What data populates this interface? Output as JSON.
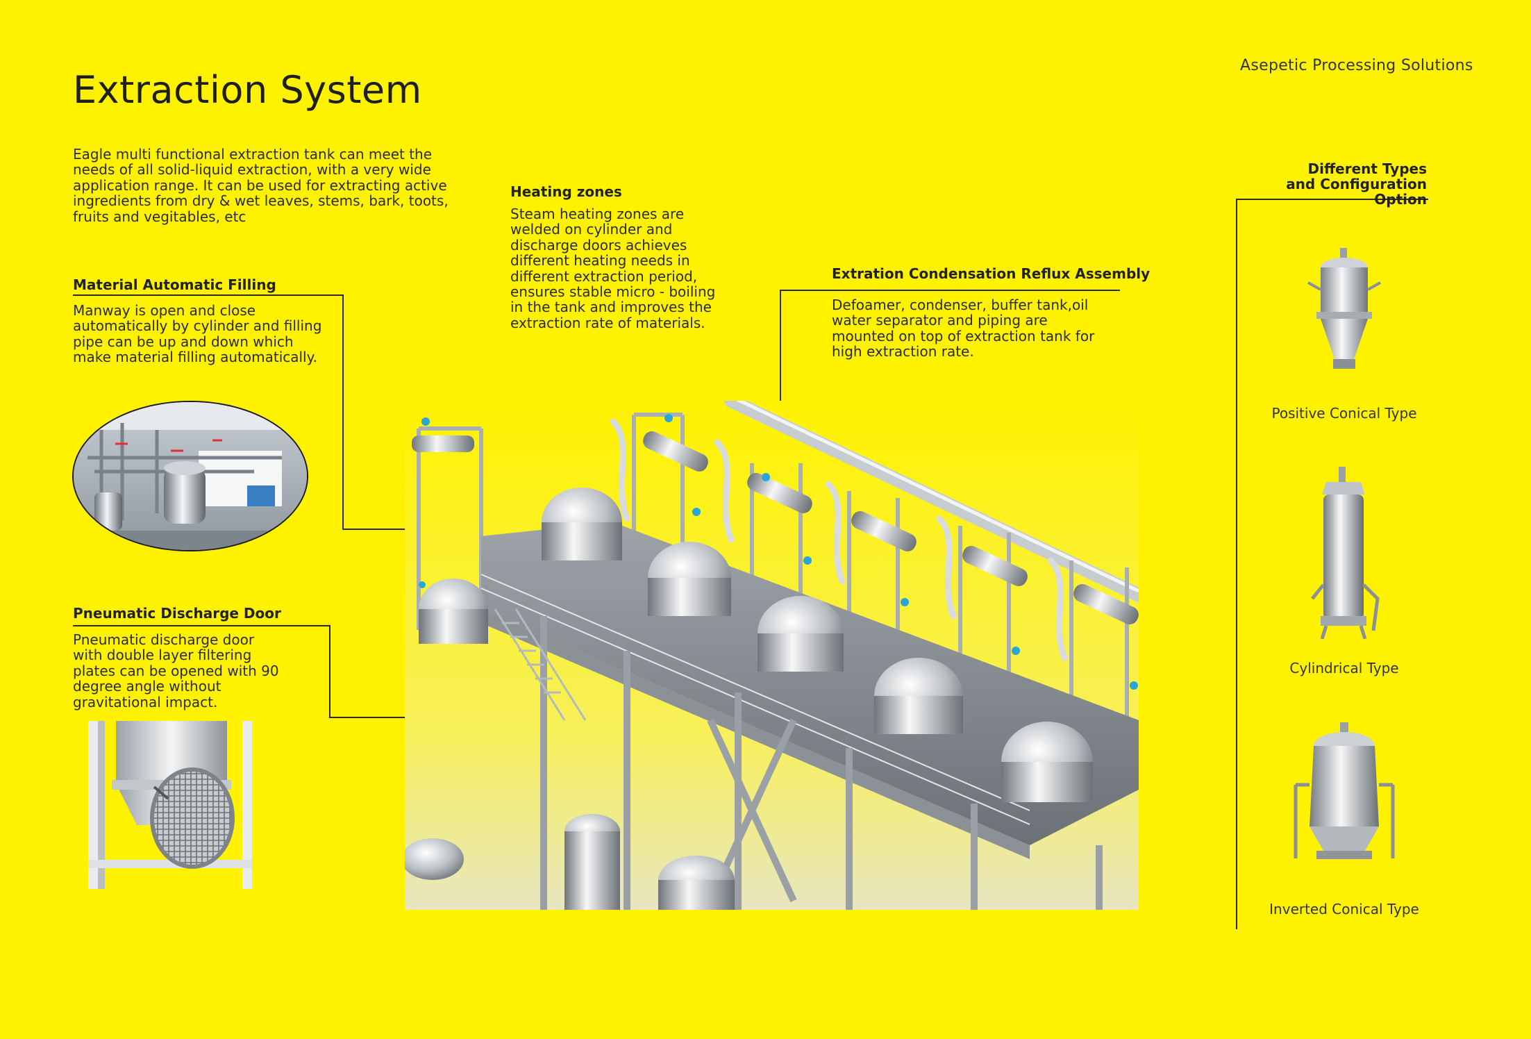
{
  "header": {
    "title": "Extraction System",
    "tagline": "Asepetic Processing Solutions"
  },
  "intro": "Eagle multi functional extraction tank can meet the needs of all solid-liquid extraction, with a very wide application range. It can be used for extracting active ingredients from dry & wet leaves, stems, bark, toots, fruits and vegitables, etc",
  "features": {
    "filling": {
      "heading": "Material Automatic Filling",
      "text": "Manway is open and close automatically by cylinder and filling pipe can be up and down which make material filling automatically."
    },
    "heating": {
      "heading": "Heating zones",
      "text": "Steam heating zones are welded on cylinder and discharge doors achieves different heating needs in different extraction period, ensures stable micro - boiling in the tank and improves the extraction rate of  materials."
    },
    "condensation": {
      "heading": "Extration Condensation Reflux Assembly",
      "text": "Defoamer, condenser, buffer tank,oil water separator and piping are mounted on top of extraction tank for high extraction rate."
    },
    "discharge": {
      "heading": "Pneumatic Discharge Door",
      "text": "Pneumatic discharge door with double layer filtering plates can be opened with 90 degree angle without gravitational impact."
    }
  },
  "types": {
    "heading": "Different Types and Configuration Option",
    "items": [
      {
        "label": "Positive Conical Type"
      },
      {
        "label": "Cylindrical Type"
      },
      {
        "label": "Inverted Conical Type"
      }
    ]
  }
}
